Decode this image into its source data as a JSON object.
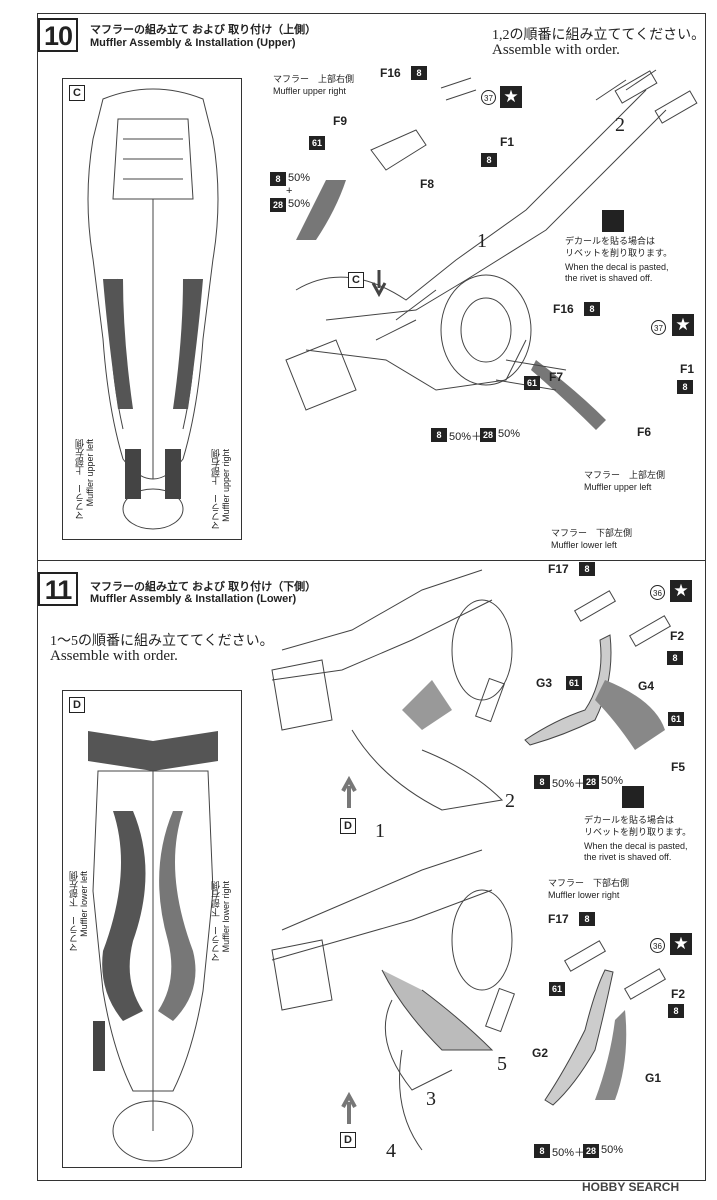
{
  "step10": {
    "number": "10",
    "title_jp": "マフラーの組み立て および 取り付け（上側）",
    "title_en": "Muffler Assembly & Installation (Upper)",
    "order_jp": "1,2の順番に組み立ててください。",
    "order_en": "Assemble with order.",
    "view_letter": "C",
    "callout_letter": "C",
    "panel_label_left_jp": "マフラー　上部左側",
    "panel_label_left_en": "Muffler upper left",
    "panel_label_right_jp": "マフラー　上部右側",
    "panel_label_right_en": "Muffler upper right",
    "upper_right_label_jp": "マフラー　上部右側",
    "upper_right_label_en": "Muffler upper right",
    "upper_left_label_jp": "マフラー　上部左側",
    "upper_left_label_en": "Muffler upper left",
    "parts_right": [
      "F16",
      "F9",
      "F8",
      "F1"
    ],
    "parts_left": [
      "F16",
      "F7",
      "F6",
      "F1"
    ],
    "seq": [
      "1",
      "2"
    ],
    "badge_8": "8",
    "badge_61": "61",
    "badge_28": "28",
    "circ_37": "37",
    "mix_a": "50%",
    "mix_plus": "+",
    "mix_b": "50%",
    "mix_line": "50%＋",
    "mix_line_b": "50%",
    "decal_jp_1": "デカールを貼る場合は",
    "decal_jp_2": "リベットを削り取ります。",
    "decal_en_1": "When the decal is pasted,",
    "decal_en_2": "the rivet is shaved off."
  },
  "step11": {
    "number": "11",
    "title_jp": "マフラーの組み立て および 取り付け（下側）",
    "title_en": "Muffler Assembly & Installation (Lower)",
    "order_jp": "1～5の順番に組み立ててください。",
    "order_en": "Assemble with order.",
    "view_letter": "D",
    "callout_letter": "D",
    "panel_label_left_jp": "マフラー　下部左側",
    "panel_label_left_en": "Muffler lower left",
    "panel_label_right_jp": "マフラー　下部右側",
    "panel_label_right_en": "Muffler lower right",
    "lower_left_label_jp": "マフラー　下部左側",
    "lower_left_label_en": "Muffler lower left",
    "lower_right_label_jp": "マフラー　下部右側",
    "lower_right_label_en": "Muffler lower right",
    "parts_a": [
      "F17",
      "F2",
      "G3",
      "G4",
      "F5"
    ],
    "parts_b": [
      "F17",
      "F2",
      "G2",
      "G1"
    ],
    "seq": [
      "1",
      "2",
      "3",
      "4",
      "5"
    ],
    "badge_8": "8",
    "badge_61": "61",
    "badge_28": "28",
    "circ_36": "36",
    "mix_line": "50%＋",
    "mix_line_b": "50%",
    "decal_jp_1": "デカールを貼る場合は",
    "decal_jp_2": "リベットを削り取ります。",
    "decal_en_1": "When the decal is pasted,",
    "decal_en_2": "the rivet is shaved off."
  },
  "star_glyph": "★",
  "watermark": "HOBBY SEARCH"
}
